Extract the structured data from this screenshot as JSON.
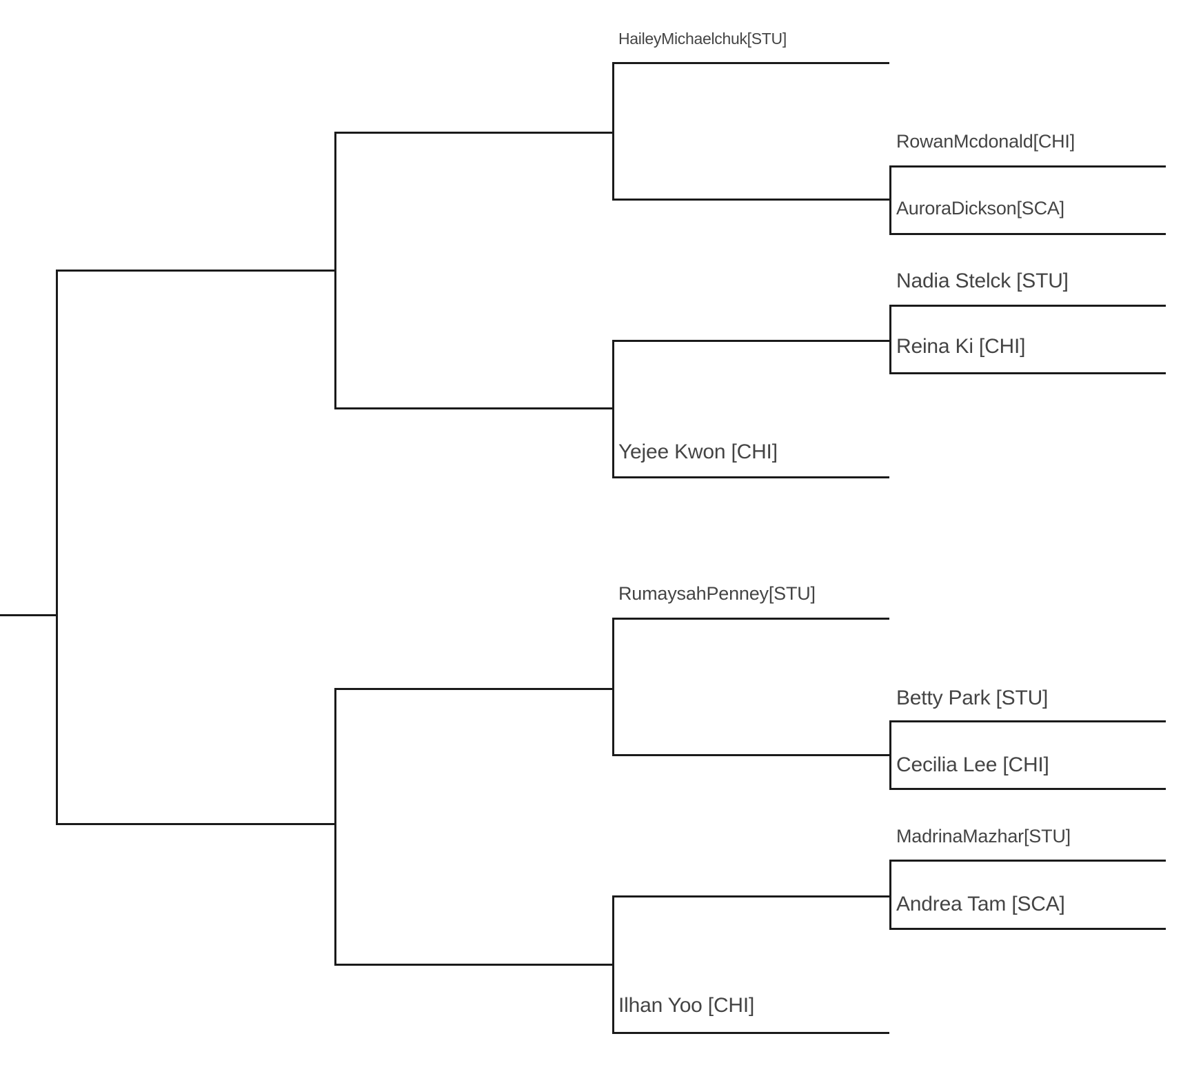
{
  "bracket": {
    "players": {
      "p1": "HaileyMichaelchuk[STU]",
      "p2": "RowanMcdonald[CHI]",
      "p3": "AuroraDickson[SCA]",
      "p4": "Nadia Stelck [STU]",
      "p5": "Reina Ki [CHI]",
      "p6": "Yejee Kwon [CHI]",
      "p7": "RumaysahPenney[STU]",
      "p8": "Betty Park [STU]",
      "p9": "Cecilia Lee [CHI]",
      "p10": "MadrinaMazhar[STU]",
      "p11": "Andrea Tam [SCA]",
      "p12": "Ilhan Yoo [CHI]"
    }
  }
}
